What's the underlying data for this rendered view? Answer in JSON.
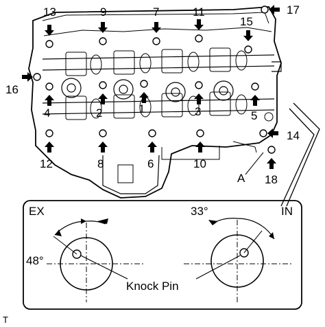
{
  "bolt_labels": [
    "13",
    "9",
    "7",
    "11",
    "15",
    "17",
    "16",
    "4",
    "2",
    "1",
    "3",
    "5",
    "14",
    "12",
    "8",
    "6",
    "10",
    "18"
  ],
  "part_label_a": "A",
  "detail": {
    "ex_label": "EX",
    "in_label": "IN",
    "ex_angle": "48°",
    "in_angle": "33°",
    "knock_pin_label": "Knock Pin"
  },
  "corner_mark": "T"
}
